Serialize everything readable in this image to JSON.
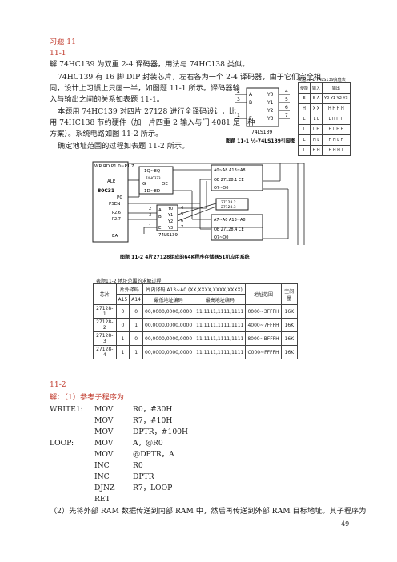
{
  "heading": "习题 11",
  "sub1": "11-1",
  "para1": "解 74HC139 为双重 2-4 译码器，用法与 74HC138 类似。",
  "para2": [
    "74HC139 有 16 脚 DIP 封装芯片，左右各为一个 2-4 译码器，由于它们完全相",
    "同，设计上习惯上只画一半，如图题 11-1 所示。译码器输",
    "入与输出之间的关系如表题 11-1。"
  ],
  "para3": [
    "本题用 74HC139 对四片 27128 进行全译码设计，比",
    "用 74HC138 节约硬件（加一片四重 2 输入与门 4081 是一种",
    "方案）。系统电路如图 11-2 所示。"
  ],
  "para4": "确定地址范围的过程如表题 11-2 所示。",
  "fig1": {
    "caption": "图题 11-1 ½-74LS139引脚图",
    "chip": "74LS139",
    "pins_left": [
      "2",
      "3",
      "1"
    ],
    "pins_in": [
      "A",
      "B",
      "E"
    ],
    "pins_out": [
      "Y0",
      "Y1",
      "Y2",
      "Y3"
    ],
    "pins_right": [
      "4",
      "5",
      "6",
      "7"
    ]
  },
  "truth_table": {
    "title": "表题11-1 74LS139真值表",
    "head": [
      "使能",
      "输入",
      "输出"
    ],
    "sub": [
      "E",
      "B  A",
      "Y0 Y1 Y2 Y3"
    ],
    "rows": [
      [
        "H",
        "X  X",
        "H  H  H  H"
      ],
      [
        "L",
        "L  L",
        "L  H  H  H"
      ],
      [
        "L",
        "L  H",
        "H  L  H  H"
      ],
      [
        "L",
        "H  L",
        "H  H  L  H"
      ],
      [
        "L",
        "H  H",
        "H  H  H  L"
      ]
    ]
  },
  "fig2": {
    "caption": "图题 11-2 4片27128组成的64K程序存储器51机应用系统",
    "cpu": "80C31",
    "cpu_pins": [
      "WR RD P1.0~P1.7",
      "ALE",
      "P0",
      "PSEN",
      "P2.6",
      "P2.7",
      "EA"
    ],
    "latch": [
      "1Q~8Q",
      "74HC373",
      "G",
      "OE",
      "1D~8D"
    ],
    "decoder": "74LS139",
    "dec_pins_left": [
      "2",
      "3",
      "1"
    ],
    "dec_in": [
      "A",
      "B",
      "E"
    ],
    "dec_out": [
      "Y0",
      "Y1",
      "Y2",
      "Y3"
    ],
    "dec_pins_right": [
      "4",
      "5",
      "6",
      "7"
    ],
    "mem_top": [
      "A0~A8  A13~A8",
      "OE  27128.1  CE",
      "O7~O0"
    ],
    "mem_mid": [
      "27128.2",
      "27128.3"
    ],
    "mem_bot": [
      "A7~A0  A13~A8",
      "OE  27128.4  CE",
      "O7~O0"
    ]
  },
  "table2": {
    "title": "表题11-2 地址范围的求解过程",
    "head": [
      "芯片",
      "片外译码",
      "片内译码 A13~A0 (XX,XXXX,XXXX,XXXX)",
      "地址范围",
      "空间量"
    ],
    "sub": [
      "",
      "A15",
      "A14",
      "最低地址编码",
      "最高地址编码"
    ],
    "rows": [
      [
        "27128-1",
        "0",
        "0",
        "00,0000,0000,0000",
        "11,1111,1111,1111",
        "0000~3FFFH",
        "16K"
      ],
      [
        "27128-2",
        "0",
        "1",
        "00,0000,0000,0000",
        "11,1111,1111,1111",
        "4000~7FFFH",
        "16K"
      ],
      [
        "27128-3",
        "1",
        "0",
        "00,0000,0000,0000",
        "11,1111,1111,1111",
        "8000~BFFFH",
        "16K"
      ],
      [
        "27128-4",
        "1",
        "1",
        "00,0000,0000,0000",
        "11,1111,1111,1111",
        "C000~FFFFH",
        "16K"
      ]
    ]
  },
  "sub2": "11-2",
  "answer": "解：（1）参考子程序为",
  "code": [
    {
      "label": "WRITE1:",
      "op": "MOV",
      "arg": "R0，#30H"
    },
    {
      "label": "",
      "op": "MOV",
      "arg": "R7，#10H"
    },
    {
      "label": "",
      "op": "MOV",
      "arg": "DPTR，#100H"
    },
    {
      "label": "LOOP:",
      "op": "MOV",
      "arg": "A，@R0"
    },
    {
      "label": "",
      "op": "MOV",
      "arg": "@DPTR，A"
    },
    {
      "label": "",
      "op": "INC",
      "arg": "R0"
    },
    {
      "label": "",
      "op": "INC",
      "arg": "DPTR"
    },
    {
      "label": "",
      "op": "DJNZ",
      "arg": "R7，LOOP"
    },
    {
      "label": "",
      "op": "RET",
      "arg": ""
    }
  ],
  "para_last": "（2）先将外部 RAM 数据传送到内部 RAM 中，然后再传送到外部 RAM 目标地址。其子程序为",
  "page_number": "49"
}
